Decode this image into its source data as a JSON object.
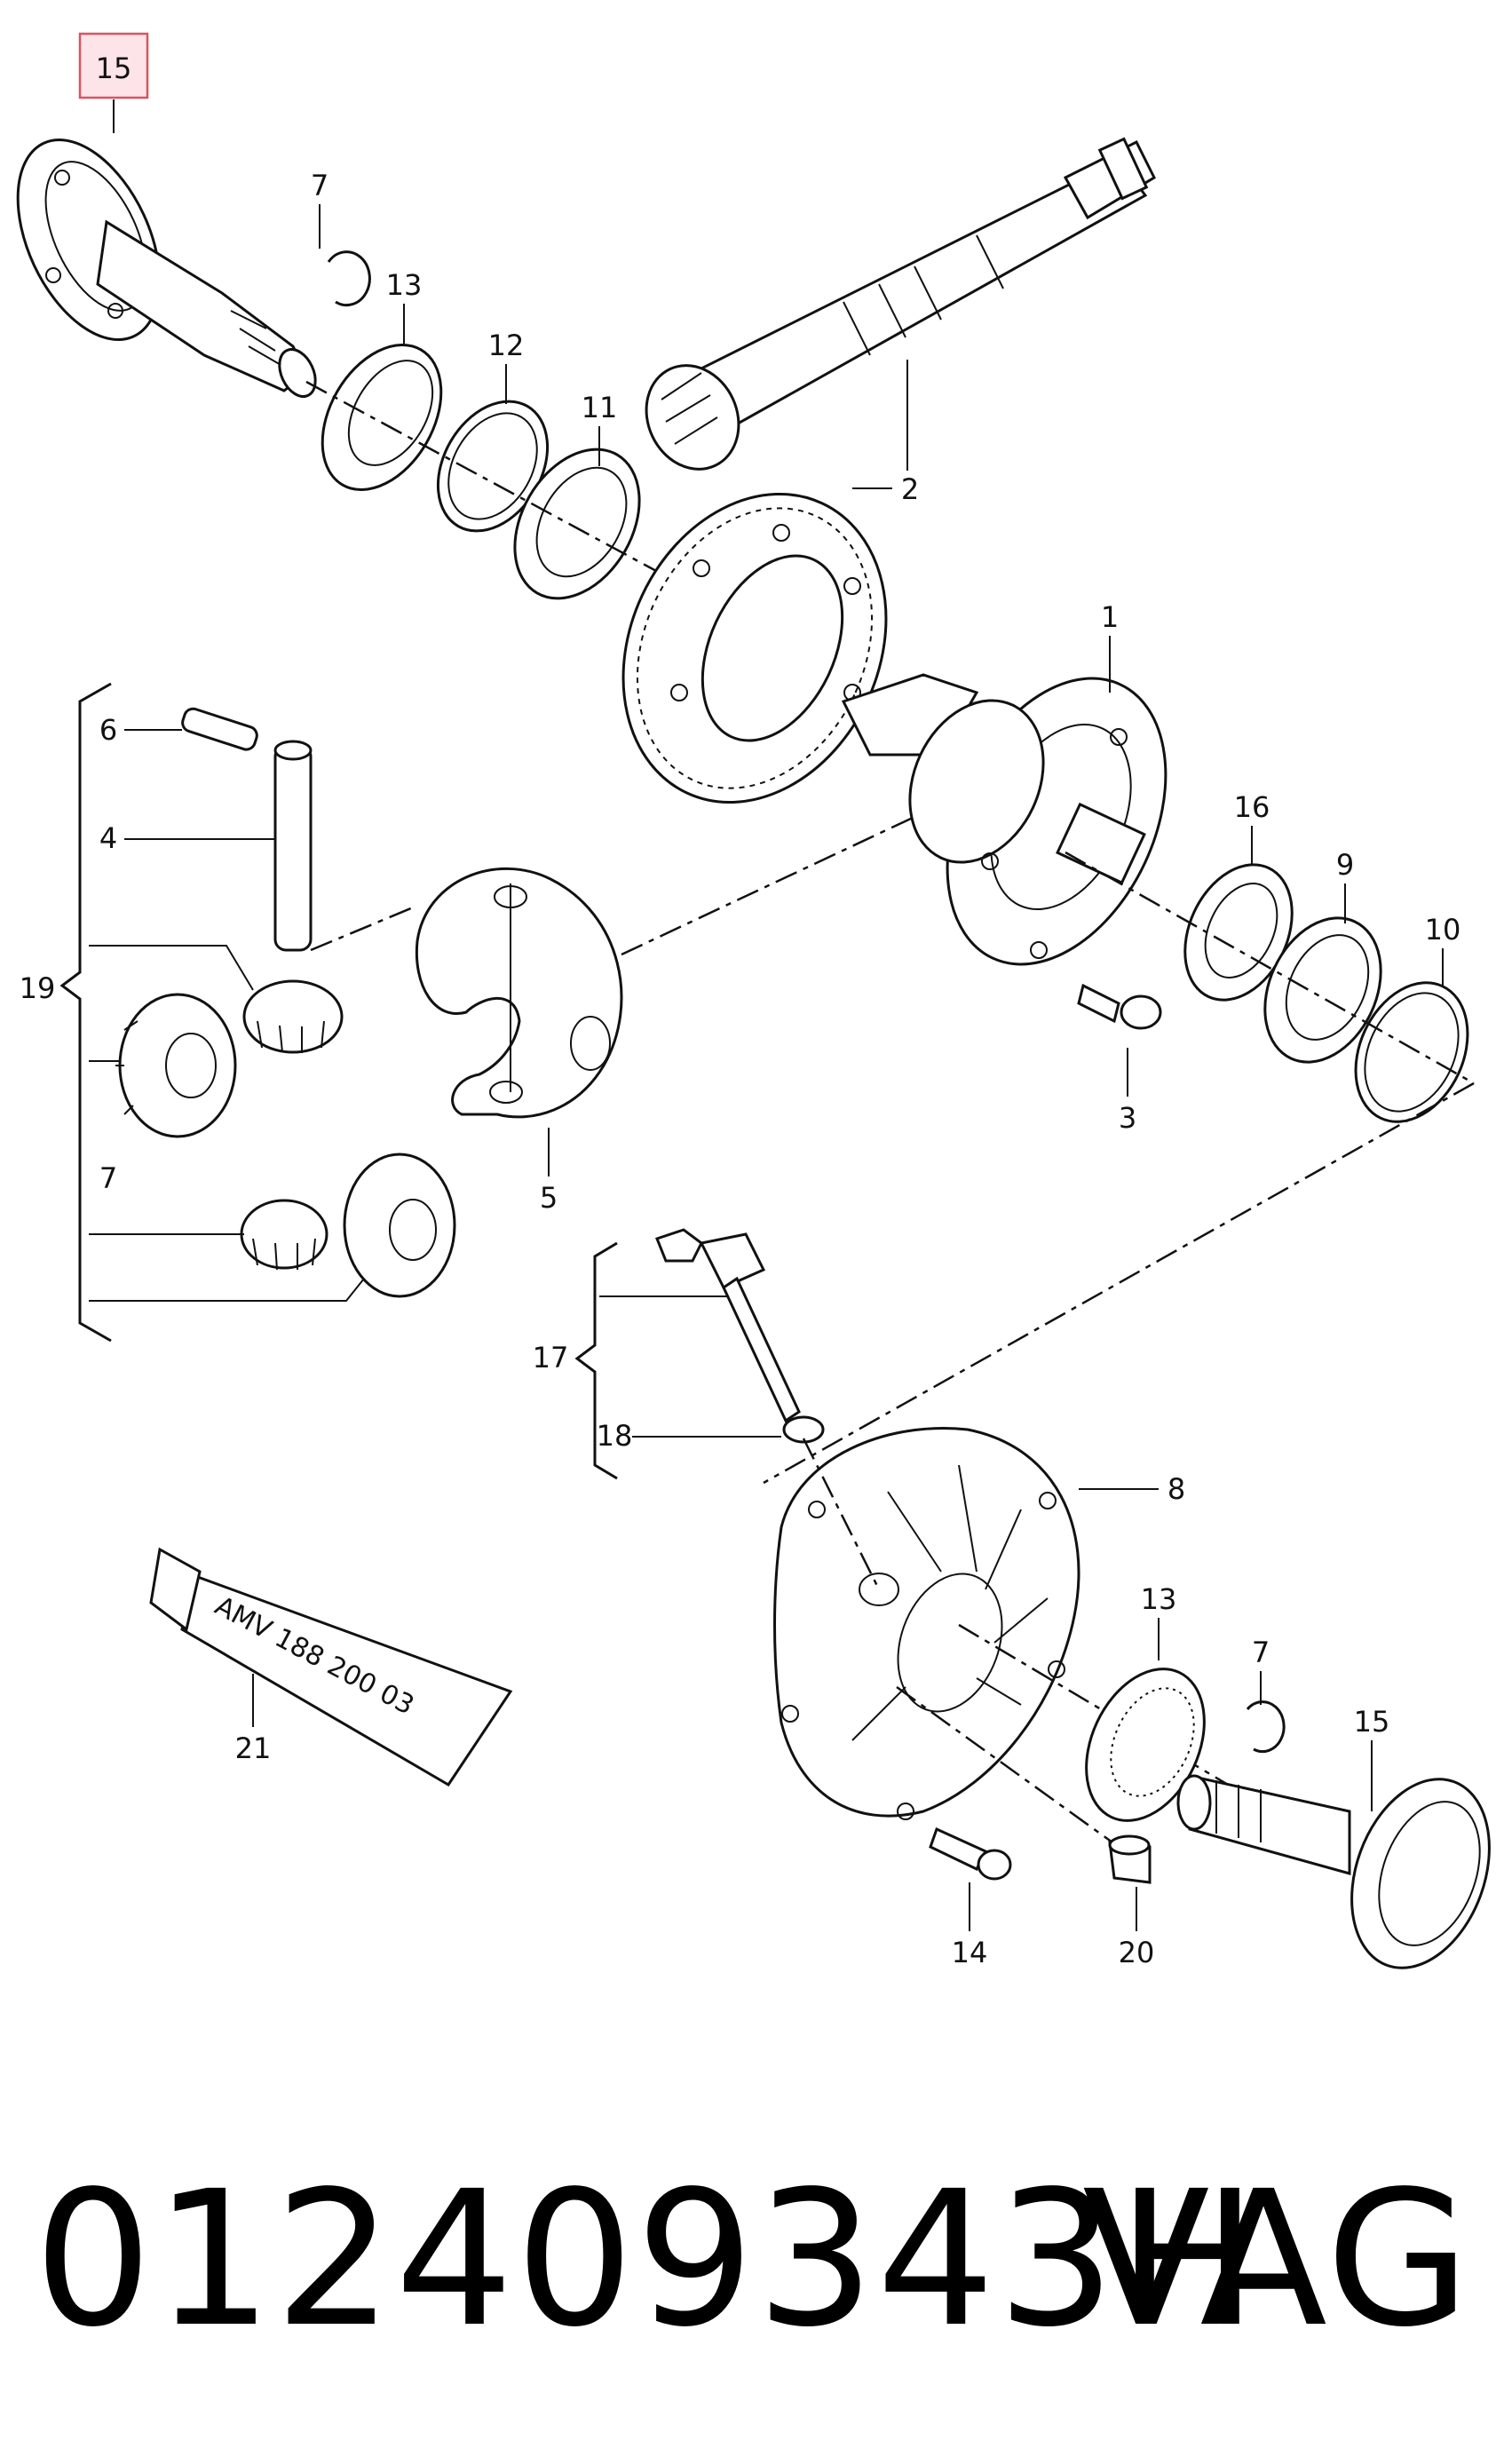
{
  "callouts": {
    "c15_top": "15",
    "c7_top": "7",
    "c13_top": "13",
    "c12": "12",
    "c11": "11",
    "c2": "2",
    "c1": "1",
    "c6": "6",
    "c4": "4",
    "c19": "19",
    "c16": "16",
    "c9": "9",
    "c10": "10",
    "c3": "3",
    "c5": "5",
    "c7_mid": "7",
    "c17": "17",
    "c18": "18",
    "c8": "8",
    "c13_bot": "13",
    "c7_bot": "7",
    "c15_bot": "15",
    "c21": "21",
    "c14": "14",
    "c20": "20"
  },
  "tube_label": "AMV 188 200 03",
  "footer": {
    "part_number": "012409343H",
    "brand": "VAG"
  },
  "highlight_color": "#d9535f"
}
